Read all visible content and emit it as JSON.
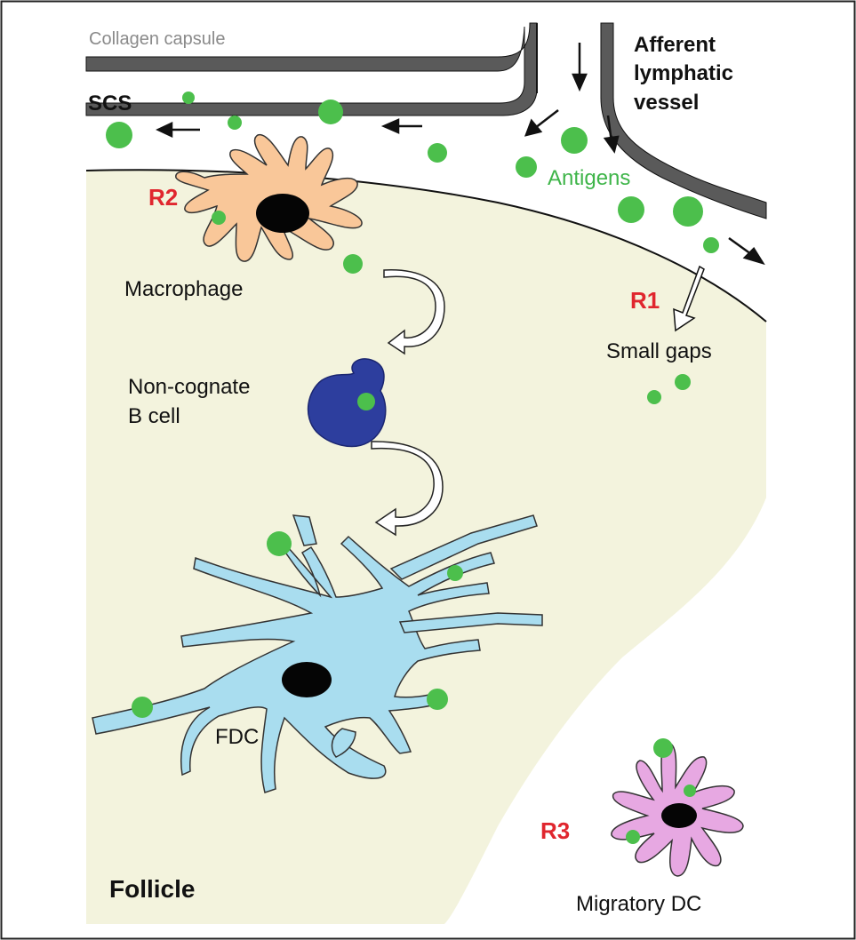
{
  "labels": {
    "collagen_capsule": "Collagen capsule",
    "scs": "SCS",
    "afferent_line1": "Afferent",
    "afferent_line2": "lymphatic",
    "afferent_line3": "vessel",
    "antigens": "Antigens",
    "r1": "R1",
    "small_gaps": "Small gaps",
    "r2": "R2",
    "macrophage": "Macrophage",
    "noncognate_line1": "Non-cognate",
    "noncognate_line2": "B cell",
    "fdc": "FDC",
    "r3": "R3",
    "migratory_dc": "Migratory DC",
    "follicle": "Follicle"
  },
  "colors": {
    "follicle_fill": "#f3f3dd",
    "capsule": "#5a5a5a",
    "antigen": "#4cbf4c",
    "macrophage": "#f9c799",
    "bcell": "#2d3e9e",
    "fdc": "#a9ddef",
    "dc": "#e7a8e2",
    "route_label": "#e0262e",
    "antigen_label": "#3fb54a"
  }
}
